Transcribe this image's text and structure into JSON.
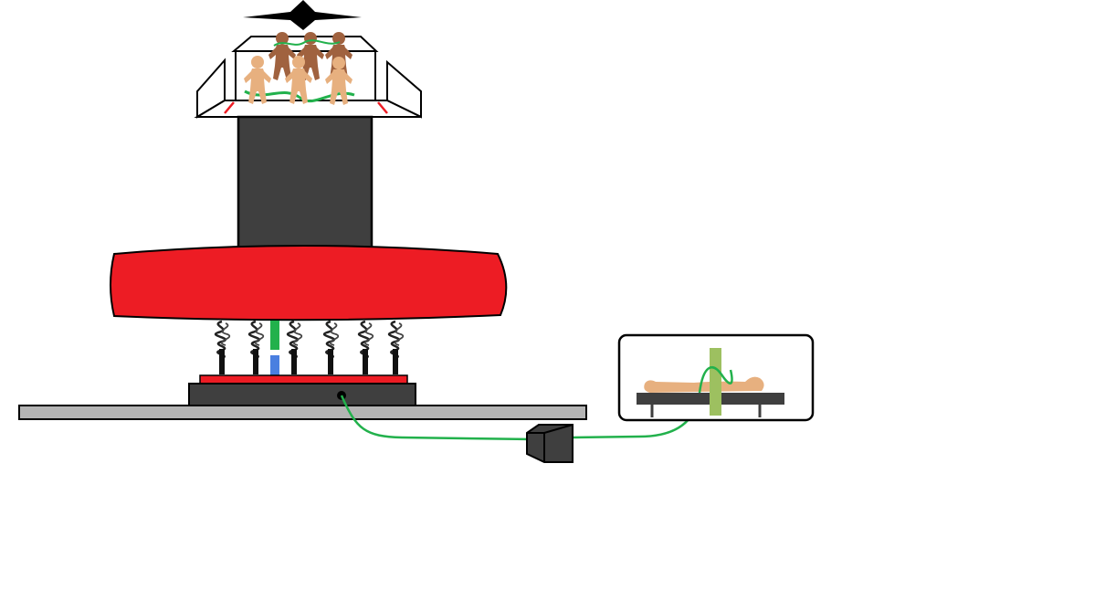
{
  "colors": {
    "background": "#ffffff",
    "outline": "#000000",
    "dark_gray": "#3f3f3f",
    "light_gray": "#b4b4b4",
    "red": "#ed1c24",
    "green_wire": "#22b14c",
    "olive_green": "#9dc060",
    "blue": "#4a7fe0",
    "skin": "#e7b07f",
    "brown": "#a0623f"
  },
  "icons": {
    "figures": "gingerbread-figure-icon",
    "springs": "coil-spring-icon",
    "box": "cube-icon",
    "patient": "reclining-person-icon"
  },
  "counts": {
    "front_figures": 3,
    "back_figures": 3,
    "springs": 6
  }
}
